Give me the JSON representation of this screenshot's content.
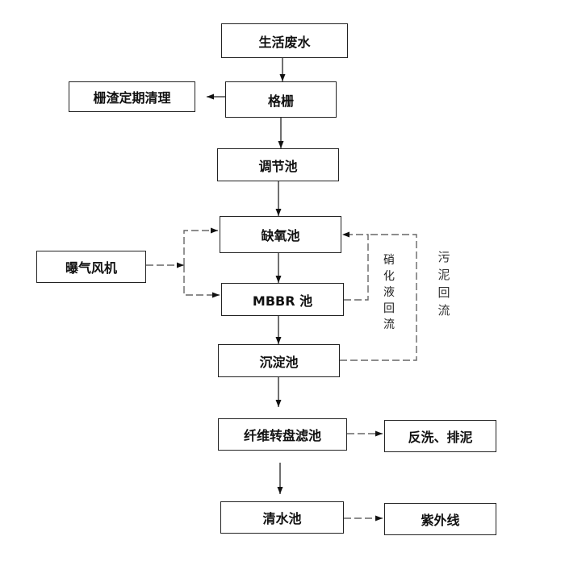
{
  "nodes": {
    "domestic_wastewater": "生活废水",
    "grille": "格栅",
    "grille_residue": "栅渣定期清理",
    "regulating_tank": "调节池",
    "anoxic_tank": "缺氧池",
    "aeration_blower": "曝气风机",
    "mbbr_tank": "MBBR 池",
    "settling_tank": "沉淀池",
    "fiber_disc_filter": "纤维转盘滤池",
    "backwash": "反洗、排泥",
    "clear_water_tank": "清水池",
    "ultraviolet": "紫外线"
  },
  "labels": {
    "nitrate_recycle": "硝化液回流",
    "sludge_return": "污泥回流"
  },
  "colors": {
    "line": "#222222",
    "dashed": "#666666"
  }
}
